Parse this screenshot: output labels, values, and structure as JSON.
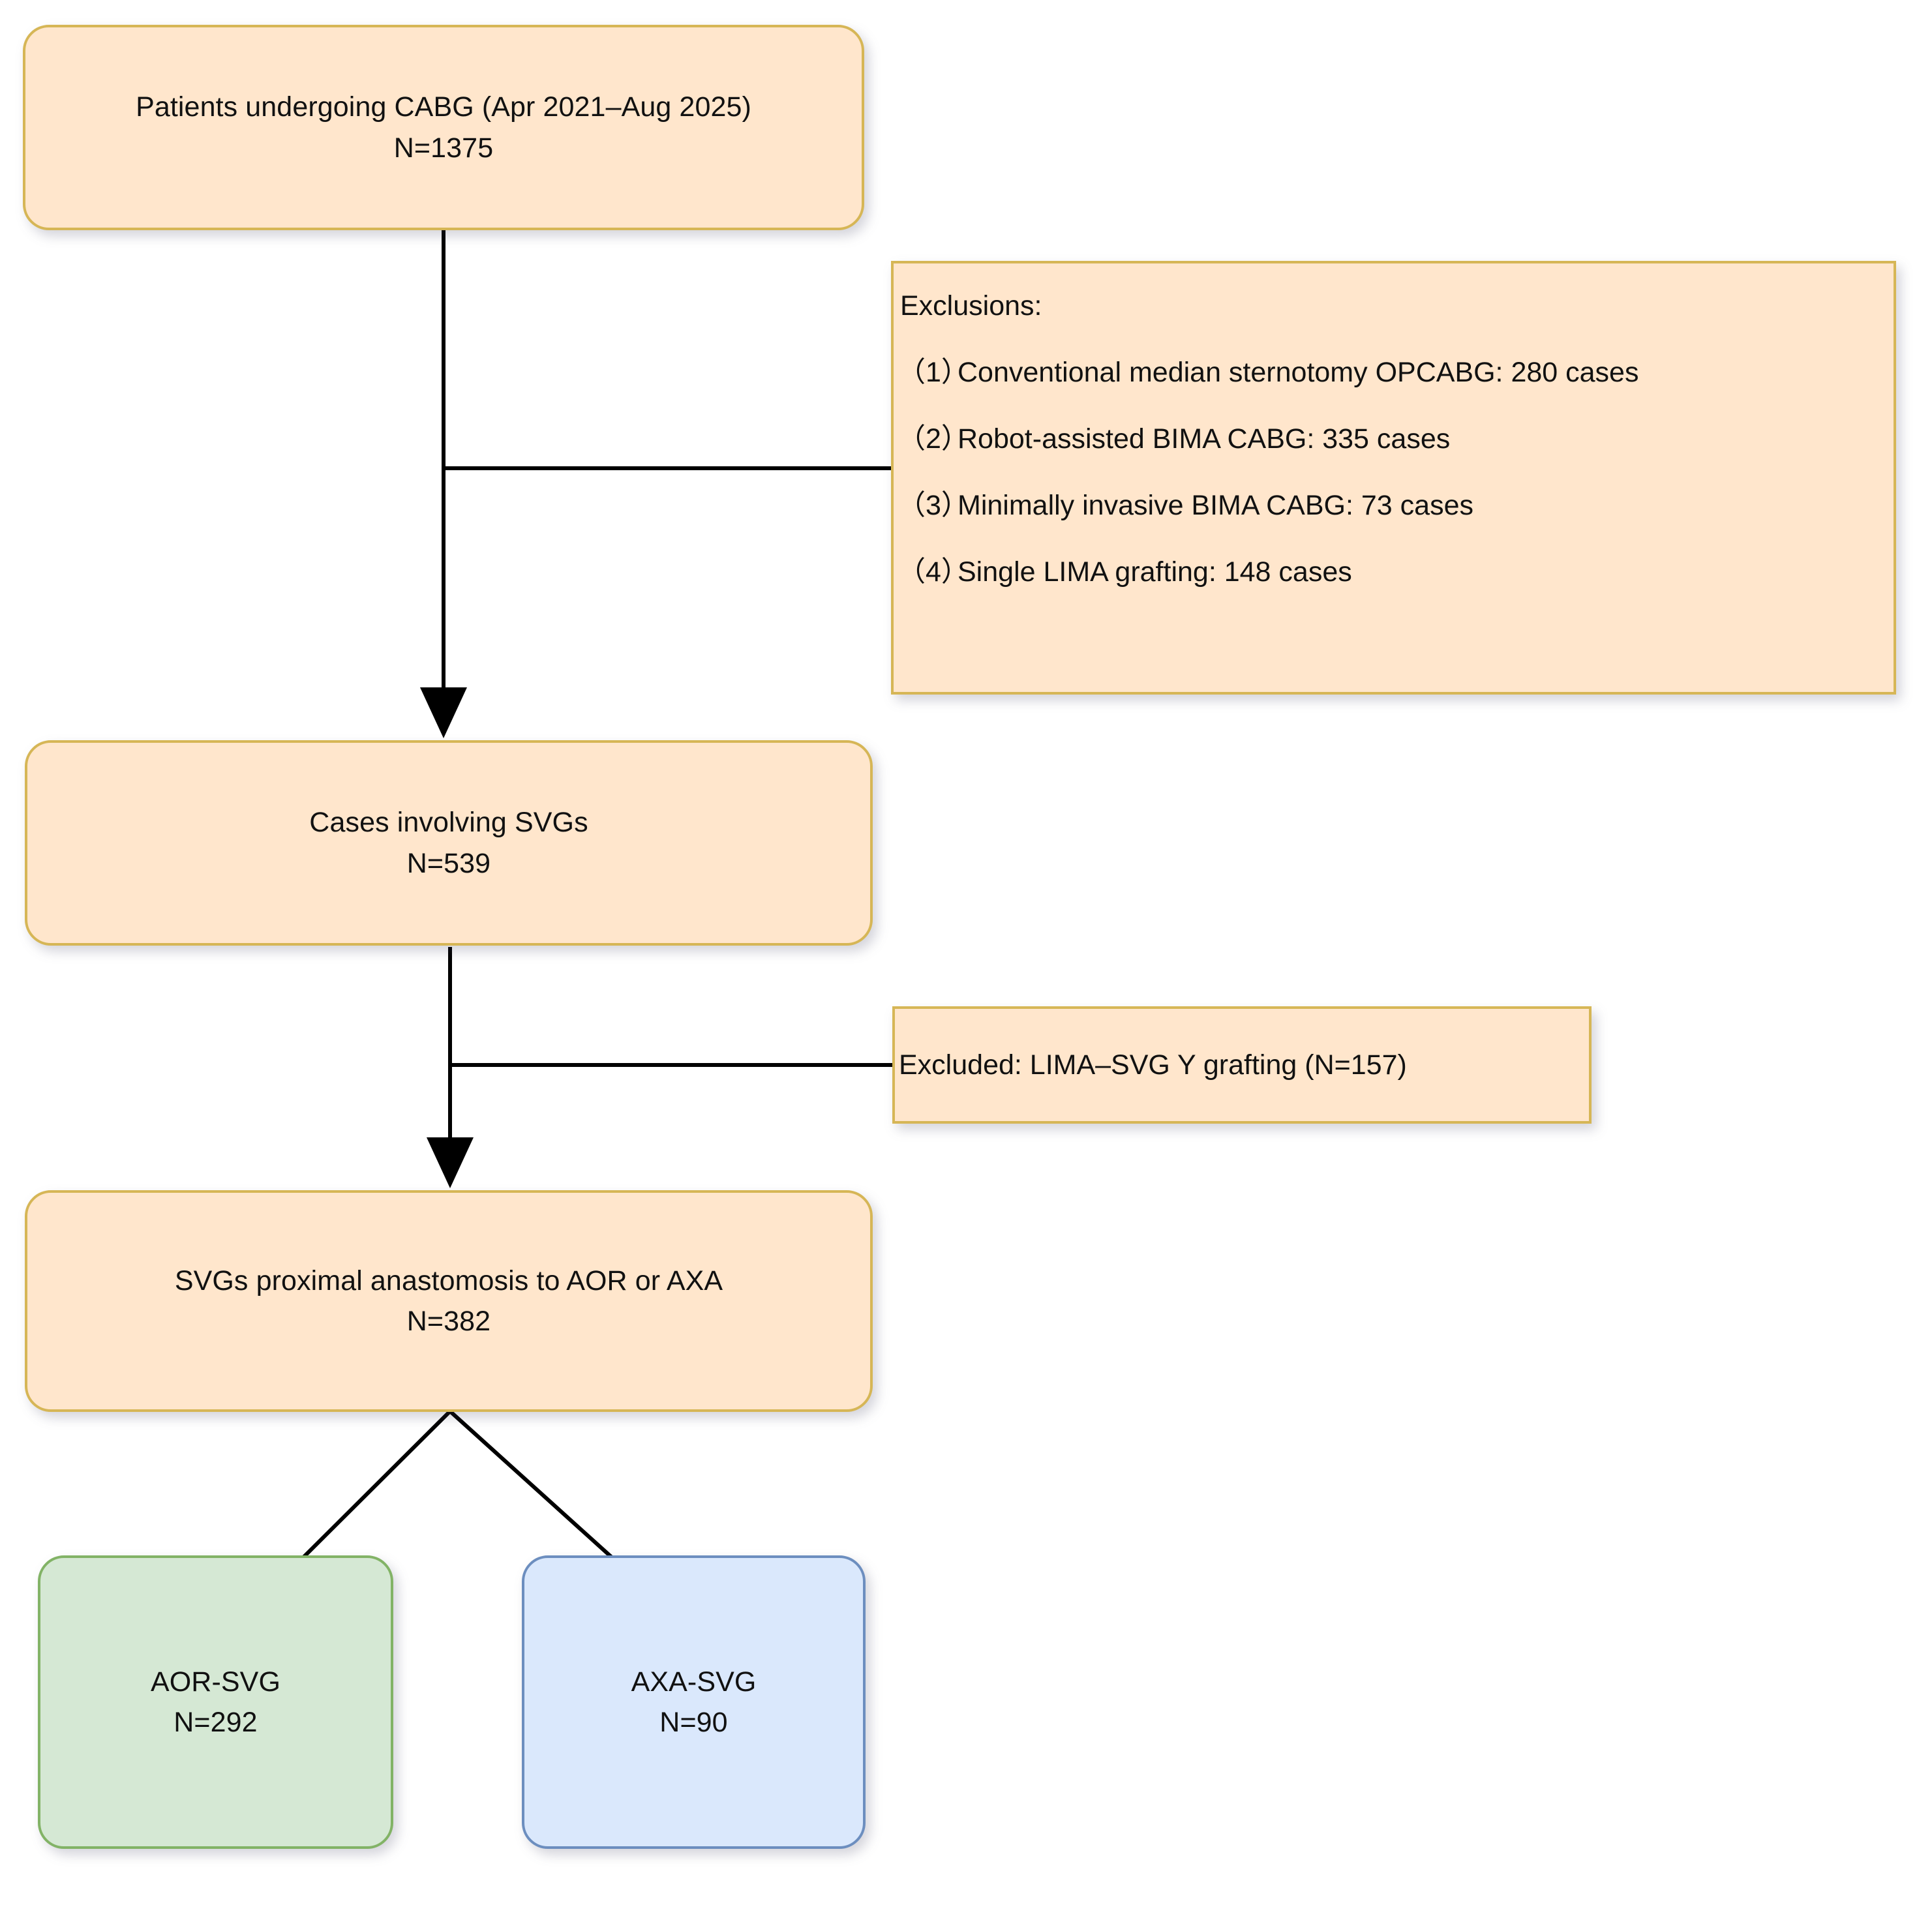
{
  "diagram": {
    "type": "flowchart",
    "title": "CABG patient selection flow diagram",
    "colors": {
      "orange_fill": "#ffe6cc",
      "orange_border": "#d6b656",
      "green_fill": "#d5e8d4",
      "green_border": "#82b366",
      "blue_fill": "#dae8fc",
      "blue_border": "#6c8ebf",
      "connector": "#000000",
      "background": "#ffffff"
    }
  },
  "nodes": {
    "enrollment": {
      "line1": "Patients undergoing CABG (Apr 2021–Aug 2025)",
      "line2": "N=1375",
      "count": 1375,
      "shape": "rounded-rectangle",
      "color": "orange"
    },
    "exclusions": {
      "title": "Exclusions:",
      "shape": "rectangle",
      "color": "orange",
      "items": [
        {
          "num": "（1）",
          "text": "Conventional median sternotomy OPCABG: 280 cases",
          "count": 280
        },
        {
          "num": "（2）",
          "text": "Robot-assisted BIMA CABG: 335 cases",
          "count": 335
        },
        {
          "num": "（3）",
          "text": "Minimally invasive BIMA CABG: 73 cases",
          "count": 73
        },
        {
          "num": "（4）",
          "text": "Single LIMA grafting: 148 cases",
          "count": 148
        }
      ]
    },
    "svg_cases": {
      "line1": "Cases involving SVGs",
      "line2": "N=539",
      "count": 539,
      "shape": "rounded-rectangle",
      "color": "orange"
    },
    "excluded_y_graft": {
      "text": "Excluded: LIMA–SVG Y grafting (N=157)",
      "count": 157,
      "shape": "rectangle",
      "color": "orange"
    },
    "proximal_anastomosis": {
      "line1": "SVGs proximal anastomosis to AOR or AXA",
      "line2": "N=382",
      "count": 382,
      "shape": "rounded-rectangle",
      "color": "orange"
    },
    "aor_svg": {
      "line1": "AOR-SVG",
      "line2": "N=292",
      "count": 292,
      "shape": "rounded-rectangle",
      "color": "green"
    },
    "axa_svg": {
      "line1": "AXA-SVG",
      "line2": "N=90",
      "count": 90,
      "shape": "rounded-rectangle",
      "color": "blue"
    }
  },
  "chart_data": {
    "type": "diagram",
    "title": "CABG patient selection flow diagram",
    "flow": [
      {
        "from": "enrollment",
        "to": "svg_cases",
        "arrow": "down"
      },
      {
        "from": "enrollment-stem",
        "to": "exclusions",
        "arrow": "none"
      },
      {
        "from": "svg_cases",
        "to": "proximal_anastomosis",
        "arrow": "down"
      },
      {
        "from": "svg_cases-stem",
        "to": "excluded_y_graft",
        "arrow": "none"
      },
      {
        "from": "proximal_anastomosis",
        "to": "aor_svg",
        "arrow": "none"
      },
      {
        "from": "proximal_anastomosis",
        "to": "axa_svg",
        "arrow": "none"
      }
    ],
    "counts": {
      "total_screened": 1375,
      "excluded_step1": [
        280,
        335,
        73,
        148
      ],
      "svg_cases": 539,
      "excluded_y_graft": 157,
      "analyzed": 382,
      "aor_svg": 292,
      "axa_svg": 90
    }
  }
}
